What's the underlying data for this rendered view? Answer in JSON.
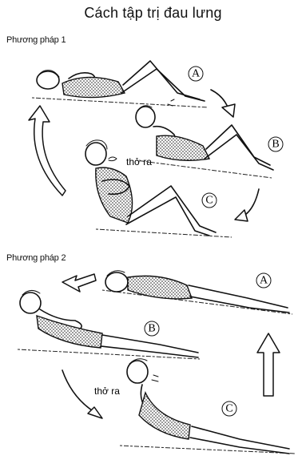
{
  "title": "Cách tập trị đau lưng",
  "method1": {
    "label": "Phương pháp 1",
    "steps": [
      "A",
      "B",
      "C"
    ],
    "exhale_note": "thở ra"
  },
  "method2": {
    "label": "Phương pháp 2",
    "steps": [
      "A",
      "B",
      "C"
    ],
    "exhale_note": "thở ra"
  }
}
